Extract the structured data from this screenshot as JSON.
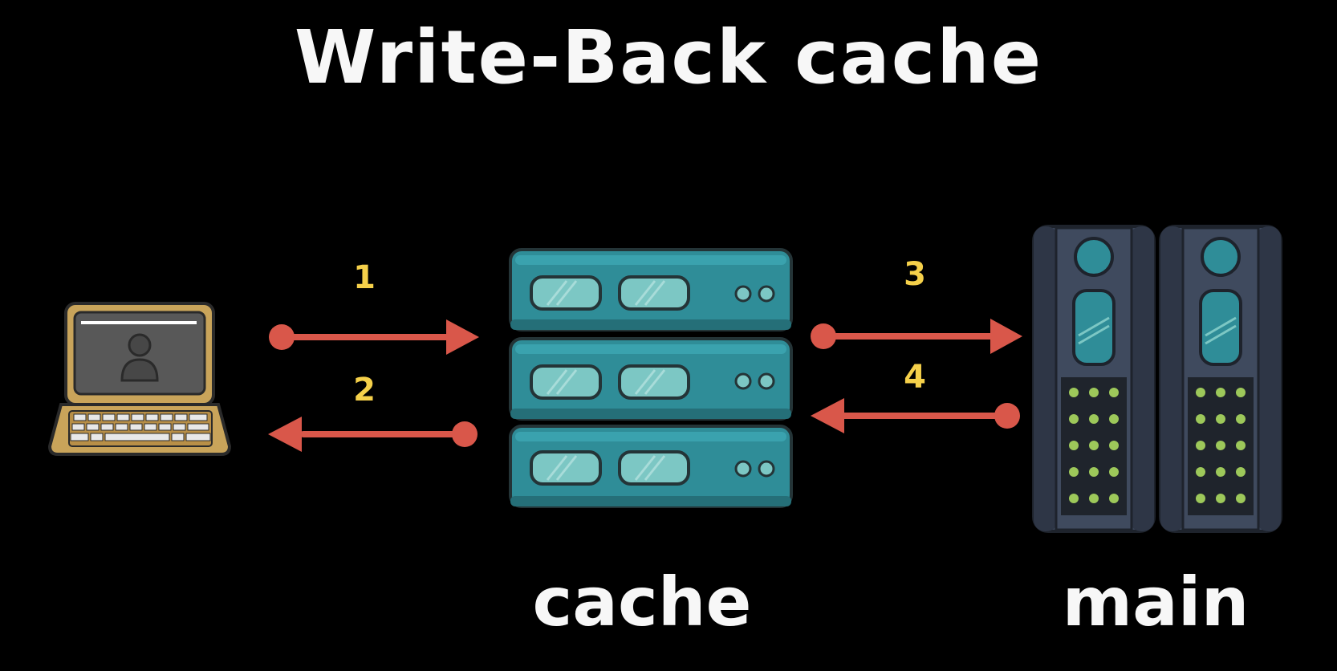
{
  "diagram": {
    "title": "Write-Back cache",
    "nodes": {
      "client": {
        "icon": "laptop-user-icon"
      },
      "cache": {
        "label": "cache",
        "icon": "server-rack-icon"
      },
      "main": {
        "label": "main",
        "icon": "storage-tower-icon"
      }
    },
    "steps": [
      {
        "label": "1",
        "from": "client",
        "to": "cache"
      },
      {
        "label": "2",
        "from": "cache",
        "to": "client"
      },
      {
        "label": "3",
        "from": "cache",
        "to": "main"
      },
      {
        "label": "4",
        "from": "main",
        "to": "cache"
      }
    ],
    "colors": {
      "background": "#000000",
      "text": "#f7f7f7",
      "step_number": "#f5d04a",
      "arrow": "#d9574a",
      "cache_server": "#2f8d98",
      "main_tower": "#3b4558",
      "led": "#9dc85a"
    }
  }
}
